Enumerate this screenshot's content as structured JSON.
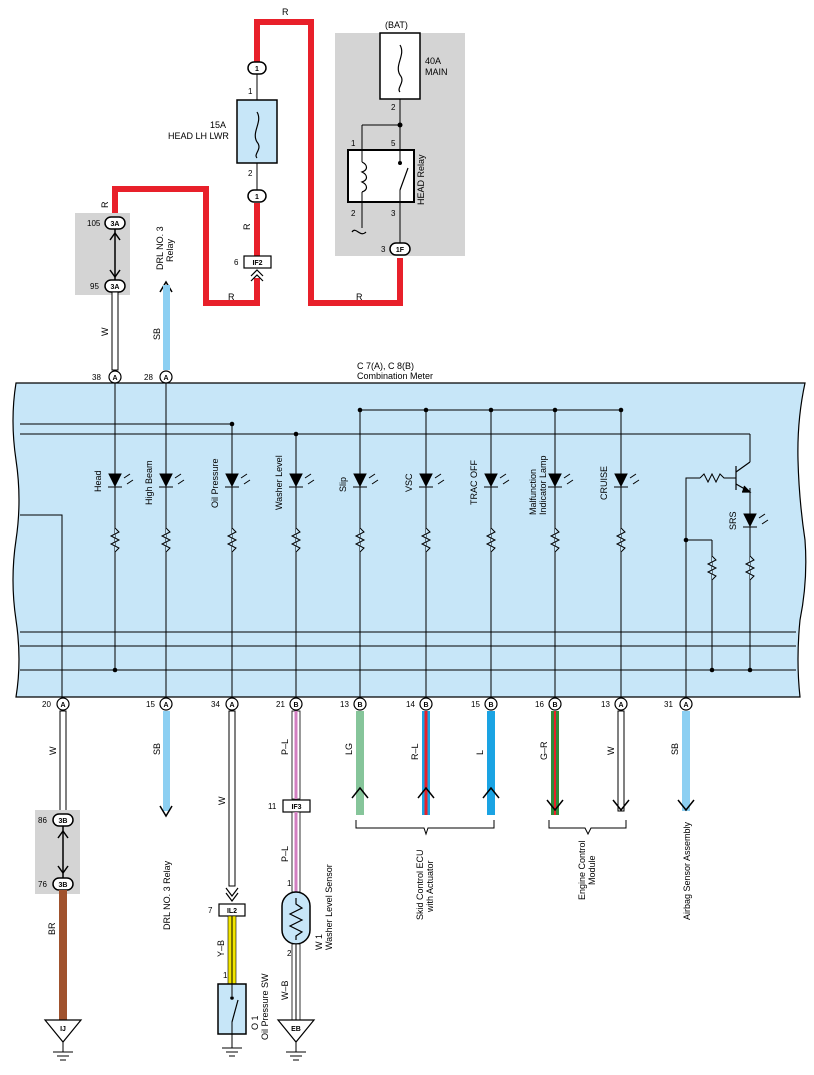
{
  "colors": {
    "meter_fill": "#c7e6f8",
    "wire_red": "#e8202a",
    "wire_sb": "#8ccff2",
    "wire_lg": "#86c59a",
    "wire_l": "#1aa3e3",
    "wire_br": "#a0522d",
    "wire_gr": "#2e8b3a",
    "wire_yb": "#f2e600",
    "wire_pl": "#d27fc0",
    "junction_gray": "#d4d4d4",
    "fuse_fill": "#c7e6f8"
  },
  "top": {
    "bat_label": "(BAT)",
    "main_fuse_amp": "40A",
    "main_fuse_name": "MAIN",
    "main_fuse_pin": "2",
    "relay_name": "HEAD Relay",
    "relay_pin1": "1",
    "relay_pin2": "2",
    "relay_pin3": "3",
    "relay_pin5": "5",
    "relay_out_pin": "3",
    "relay_out_conn": "1F",
    "fuse_amp": "15A",
    "fuse_name": "HEAD LH LWR",
    "fuse_top_pin": "1",
    "fuse_top_conn": "1",
    "fuse_bottom_pin": "2",
    "fuse_bottom_conn": "1",
    "if2_pin": "6",
    "if2_conn": "IF2",
    "wire_r": "R",
    "jb_top_pin": "105",
    "jb_top_conn": "3A",
    "jb_bottom_pin": "95",
    "jb_bottom_conn": "3A",
    "drl_label_1": "DRL NO. 3",
    "drl_label_2": "Relay",
    "wire_w": "W",
    "wire_sb": "SB"
  },
  "meter": {
    "title_1": "C 7(A), C 8(B)",
    "title_2": "Combination Meter",
    "top_pins": [
      {
        "pin": "38",
        "conn": "A"
      },
      {
        "pin": "28",
        "conn": "A"
      }
    ],
    "leds": [
      "Head",
      "High Beam",
      "Oil Pressure",
      "Washer Level",
      "Slip",
      "VSC",
      "TRAC OFF",
      "Malfunction",
      "Indicator Lamp",
      "CRUISE",
      "SRS"
    ],
    "bottom_pins": [
      {
        "pin": "20",
        "conn": "A",
        "wire": "W"
      },
      {
        "pin": "15",
        "conn": "A",
        "wire": "SB"
      },
      {
        "pin": "34",
        "conn": "A",
        "wire": "W"
      },
      {
        "pin": "21",
        "conn": "B",
        "wire": "P–L"
      },
      {
        "pin": "13",
        "conn": "B",
        "wire": "LG"
      },
      {
        "pin": "14",
        "conn": "B",
        "wire": "R–L"
      },
      {
        "pin": "15",
        "conn": "B",
        "wire": "L"
      },
      {
        "pin": "16",
        "conn": "B",
        "wire": "G–R"
      },
      {
        "pin": "13",
        "conn": "A",
        "wire": "W"
      },
      {
        "pin": "31",
        "conn": "A",
        "wire": "SB"
      }
    ]
  },
  "bottom": {
    "jb_top_pin": "86",
    "jb_top_conn": "3B",
    "jb_bottom_pin": "76",
    "jb_bottom_conn": "3B",
    "wire_br": "BR",
    "ground_ij": "IJ",
    "drl_relay": "DRL NO. 3 Relay",
    "il2_pin": "7",
    "il2_conn": "IL2",
    "wire_yb": "Y–B",
    "oil_sw_pin": "1",
    "oil_sw_id": "O 1",
    "oil_sw_name": "Oil Pressure SW",
    "if3_pin": "11",
    "if3_conn": "IF3",
    "wire_pl": "P–L",
    "washer_pin1": "1",
    "washer_pin2": "2",
    "washer_id": "W 1",
    "washer_name": "Washer Level Sensor",
    "wire_wb": "W–B",
    "ground_eb": "EB",
    "skid_1": "Skid Control ECU",
    "skid_2": "with Actuator",
    "ecm_1": "Engine Control",
    "ecm_2": "Module",
    "airbag": "Airbag Sensor Assembly"
  }
}
